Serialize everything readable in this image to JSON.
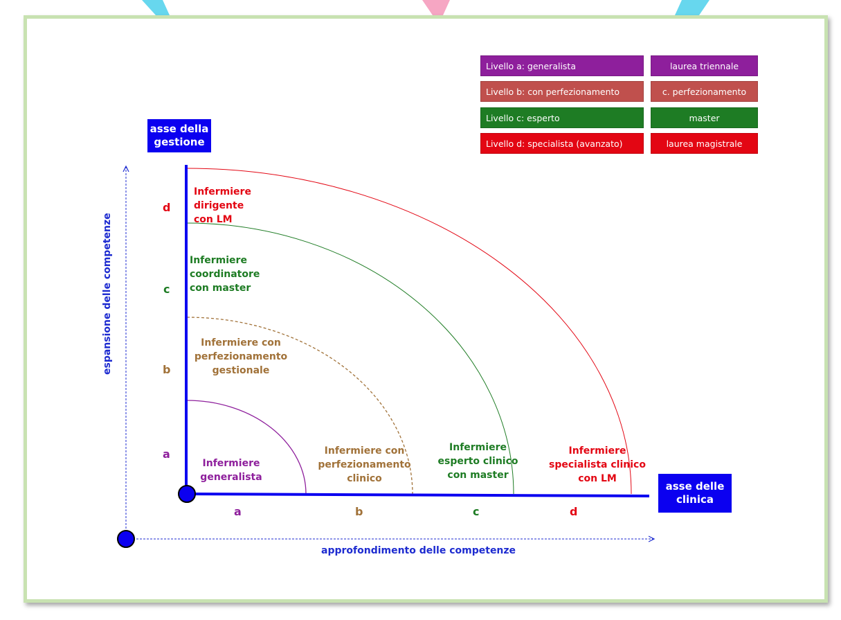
{
  "colors": {
    "purple": "#8e1f9c",
    "rose": "#c0504d",
    "green": "#1e7c24",
    "red": "#e30613",
    "brown": "#a17239",
    "blue": "#0b00f0",
    "frame": "#c8e2b1"
  },
  "legend": [
    {
      "level": "Livello a: generalista",
      "title": "laurea triennale"
    },
    {
      "level": "Livello b: con perfezionamento",
      "title": "c. perfezionamento"
    },
    {
      "level": "Livello c:  esperto",
      "title": "master"
    },
    {
      "level": "Livello d: specialista (avanzato)",
      "title": "laurea magistrale"
    }
  ],
  "axes": {
    "management_tag": "asse della\ngestione",
    "clinical_tag": "asse delle\nclinica",
    "y_title": "espansione delle competenze",
    "x_title": "approfondimento  delle competenze"
  },
  "levels": {
    "y": [
      "a",
      "b",
      "c",
      "d"
    ],
    "x": [
      "a",
      "b",
      "c",
      "d"
    ]
  },
  "labels": {
    "y_side": [
      "Infermiere\ngeneralista",
      "Infermiere con\nperfezionamento\ngestionale",
      "Infermiere\ncoordinatore\ncon master",
      "Infermiere\ndirigente\ncon LM"
    ],
    "x_side": [
      "Infermiere con\nperfezionamento\nclinico",
      "Infermiere\nesperto clinico\ncon master",
      "Infermiere\nspecialista clinico\ncon LM"
    ]
  }
}
